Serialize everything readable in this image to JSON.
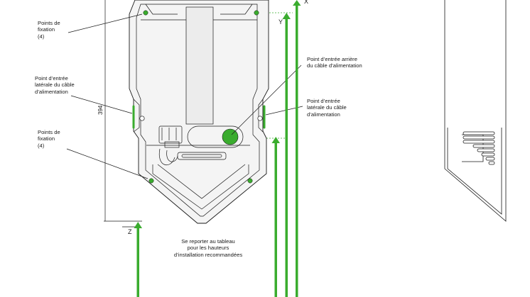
{
  "labels": {
    "fixing_top": "Points de\nfixation\n(4)",
    "side_entry_left": "Point d’entrée\nlatérale du câble\nd’alimentation",
    "fixing_bottom": "Points de\nfixation\n(4)",
    "rear_entry": "Point d’entrée arrière\ndu câble d’alimentation",
    "side_entry_right": "Point d’entrée\nlatérale du câble\nd’alimentation",
    "note": "Se reporter au tableau\npour les hauteurs\nd’installation recommandées"
  },
  "axes": {
    "x": "X",
    "y": "Y",
    "z": "Z"
  },
  "dimension": "394",
  "colors": {
    "arrow_green": "#3aac2e",
    "line": "#1a1a1a",
    "body_fill": "#f4f4f4"
  }
}
